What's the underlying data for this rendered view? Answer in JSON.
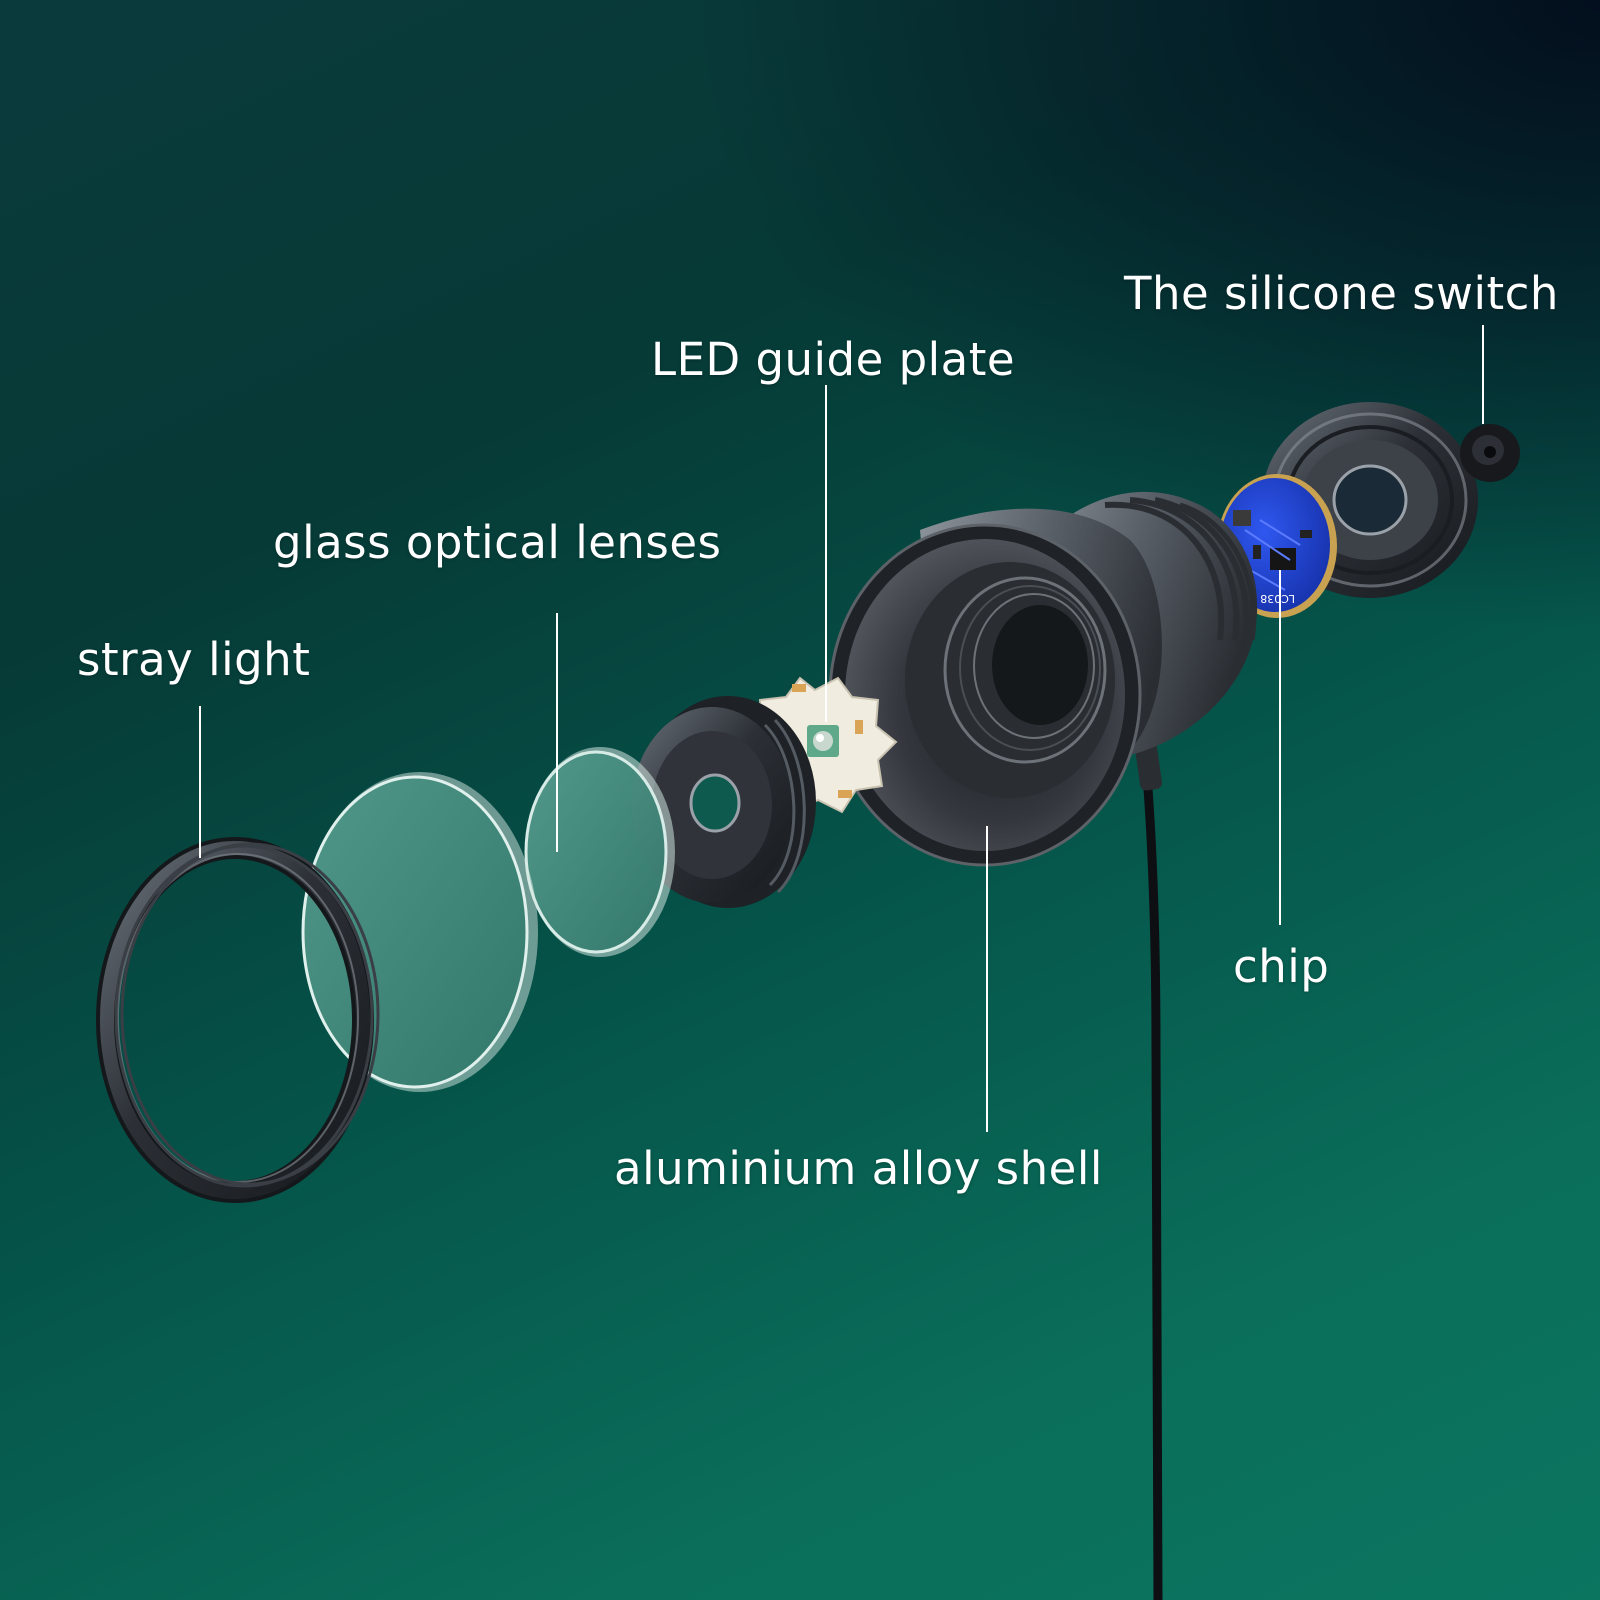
{
  "labels": {
    "silicone_switch": "The silicone switch",
    "led_guide_plate": "LED guide plate",
    "glass_optical_lenses": "glass optical lenses",
    "stray_light": "stray light",
    "chip": "chip",
    "aluminium_alloy_shell": "aluminium alloy shell"
  },
  "chip_marking": "LC038",
  "colors": {
    "background_dark": "#061a2a",
    "background_green": "#0b7560",
    "metal": "#3a3f46",
    "pcb_blue": "#1d3fd0",
    "led_board": "#f2eee4",
    "glass": "#3f8a7a"
  }
}
